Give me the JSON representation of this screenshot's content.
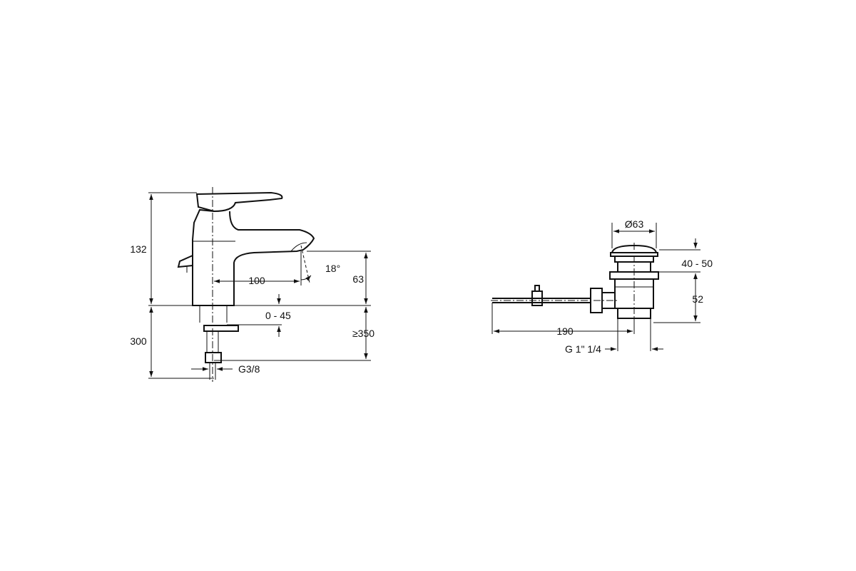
{
  "faucet": {
    "height_body": "132",
    "spout_reach": "100",
    "spout_height": "63",
    "spout_angle": "18°",
    "deck_thickness": "0 - 45",
    "tail_length": "300",
    "hose_length": "≥350",
    "thread": "G3/8"
  },
  "drain": {
    "diameter": "Ø63",
    "flange_range": "40 - 50",
    "body_height": "52",
    "rod_length": "190",
    "thread": "G 1\" 1/4"
  }
}
